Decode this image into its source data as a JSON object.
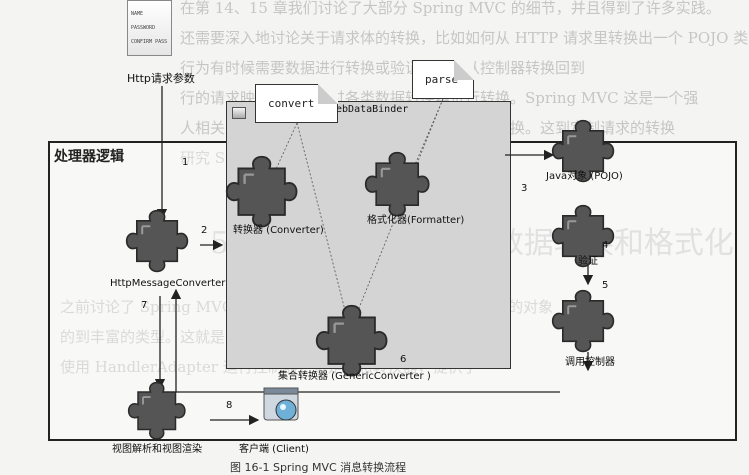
{
  "background_text": [
    "在第 14、15 章我们讨论了大部分 Spring MVC 的细节，并且得到了许多实践。",
    "还需要深入地讨论关于请求体的转换，比如如何从 HTTP 请求里转换出一个 POJO 类",
    "行为有时候需要数据进行转换或验证。又如从控制器转换回到",
    "行的请求映射，这里通过各类数据转换器进行转换。Spring MVC 这是一个强",
    "人相关处理器，使用转换器通过各种转换器进行转换。这到定制请求的转换",
    "研究 Spring MVC 的消息处理 5.1 进入"
  ],
  "background_title": "5.1  Spring MVC 的数据转换和格式化",
  "background_bottom": [
    "之前讨论了 Spring MVC 的消息处理，它可以将请求体转换为需要的对象",
    "的到丰富的类型。这就是 Spring MVC 的消息转换功能",
    "使用 HandlerAdapter 运行控制器，这是消息转换器，提供了"
  ],
  "diagram": {
    "http_params_label": "Http请求参数",
    "handler_logic_title": "处理器逻辑",
    "webdatabinder_label": "WebDataBinder",
    "note_convert": "convert",
    "note_parse": "parse",
    "nodes": {
      "http_message_converter": "HttpMessageConverter",
      "converter": "转换器 (Converter)",
      "formatter": "格式化器(Formatter)",
      "generic_converter": "集合转换器 (GenericConverter )",
      "java_pojo": "Java对象 (POJO)",
      "validation": "验证",
      "call_controller": "调用控制器",
      "view_render": "视图解析和视图渲染",
      "client": "客户端 (Client)"
    },
    "steps": [
      "1",
      "2",
      "3",
      "4",
      "5",
      "6",
      "7",
      "8"
    ],
    "doc_lines": [
      "NAME",
      "PASSWORD",
      "CONFIRM PASS"
    ]
  },
  "caption": "图 16-1 Spring MVC 消息转换流程"
}
